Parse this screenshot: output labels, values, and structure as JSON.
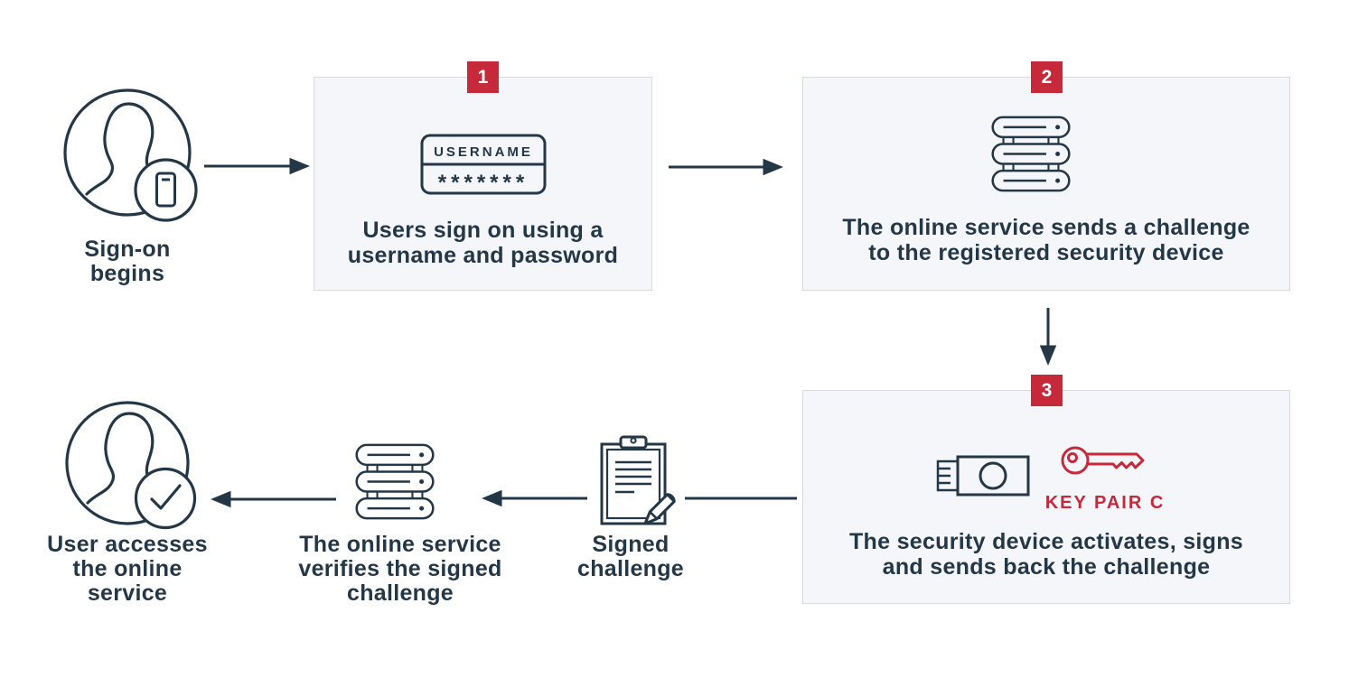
{
  "palette": {
    "ink": "#243746",
    "red": "#c5293a",
    "box_bg": "#f5f6fa",
    "box_border": "#d7dae0",
    "background": "#ffffff"
  },
  "icons": {
    "user_with_phone": "user-with-phone-icon",
    "user_with_check": "user-with-check-icon",
    "credential_form": "username-password-icon",
    "server_stack": "server-stack-icon",
    "usb_security_key": "usb-security-key-icon",
    "key_pair": "red-key-icon",
    "signed_clipboard": "clipboard-pencil-icon",
    "arrows": "flow-arrow-icon"
  },
  "steps": {
    "signon": {
      "lines": [
        "Sign-on",
        "begins"
      ]
    },
    "step1": {
      "badge": "1",
      "credential": {
        "username_label": "USERNAME",
        "password_mask": "*******"
      },
      "caption": [
        "Users sign on using a",
        "username and password"
      ]
    },
    "step2": {
      "badge": "2",
      "caption": [
        "The online service sends a challenge",
        "to the registered security device"
      ]
    },
    "step3": {
      "badge": "3",
      "key_pair_label": "KEY PAIR C",
      "caption": [
        "The security device activates, signs",
        "and sends back the challenge"
      ]
    },
    "signed": {
      "lines": [
        "Signed",
        "challenge"
      ]
    },
    "verify": {
      "lines": [
        "The online service",
        "verifies the signed",
        "challenge"
      ]
    },
    "access": {
      "lines": [
        "User accesses",
        "the online",
        "service"
      ]
    }
  }
}
